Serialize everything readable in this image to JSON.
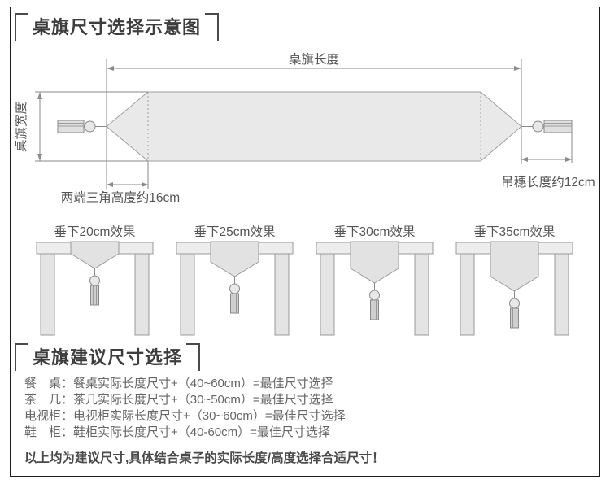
{
  "section1": {
    "title": "桌旗尺寸选择示意图"
  },
  "diagram": {
    "length_label": "桌旗长度",
    "width_label": "桌旗宽度",
    "triangle_note": "两端三角高度约16cm",
    "tassel_note": "吊穗长度约12cm"
  },
  "tables": [
    {
      "label": "垂下20cm效果"
    },
    {
      "label": "垂下25cm效果"
    },
    {
      "label": "垂下30cm效果"
    },
    {
      "label": "垂下35cm效果"
    }
  ],
  "section2": {
    "title": "桌旗建议尺寸选择",
    "rows": [
      {
        "text": "餐　桌：餐桌实际长度尺寸+（40~60cm）=最佳尺寸选择"
      },
      {
        "text": "茶　几：茶几实际长度尺寸+（30~50cm）=最佳尺寸选择"
      },
      {
        "text": "电视柜：电视柜实际长度尺寸+（30~60cm）=最佳尺寸选择"
      },
      {
        "text": "鞋　柜：鞋柜实际长度尺寸+（40-60cm）=最佳尺寸选择"
      }
    ],
    "note": "以上均为建议尺寸,具体结合桌子的实际长度/高度选择合适尺寸！"
  },
  "colors": {
    "frame": "#1c1c1c",
    "dimension_line": "#8a8a8a",
    "shape_fill": "#e9e9e9",
    "shape_stroke": "#9f9f9f",
    "body_text": "#666666",
    "title_text": "#3d3d3d"
  }
}
